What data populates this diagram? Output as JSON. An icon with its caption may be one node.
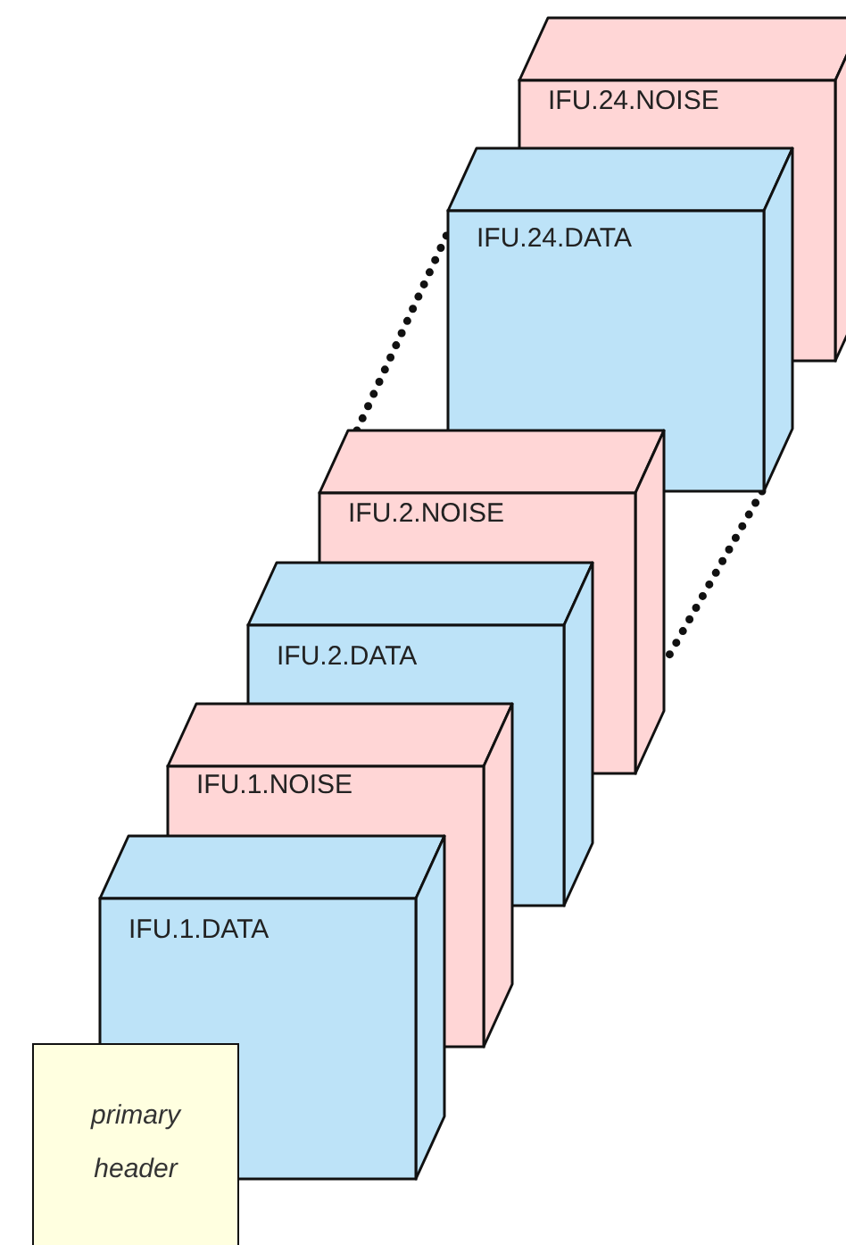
{
  "diagram": {
    "nodes": [
      {
        "text": [
          "IFU.24.NOISE"
        ]
      },
      {
        "text": [
          "IFU.24.DATA"
        ]
      },
      {
        "text": [
          "IFU.2.NOISE"
        ]
      },
      {
        "text": [
          "IFU.2.DATA"
        ]
      },
      {
        "text": [
          "IFU.1.NOISE"
        ]
      },
      {
        "text": [
          "IFU.1.DATA"
        ]
      },
      {
        "text": [
          "primary header"
        ]
      }
    ],
    "edges": [
      {
        "from": 2,
        "to": 1,
        "arrow": "none",
        "style": "dashed"
      },
      {
        "from": 1,
        "to": 2,
        "arrow": "none",
        "style": "dashed"
      }
    ]
  }
}
